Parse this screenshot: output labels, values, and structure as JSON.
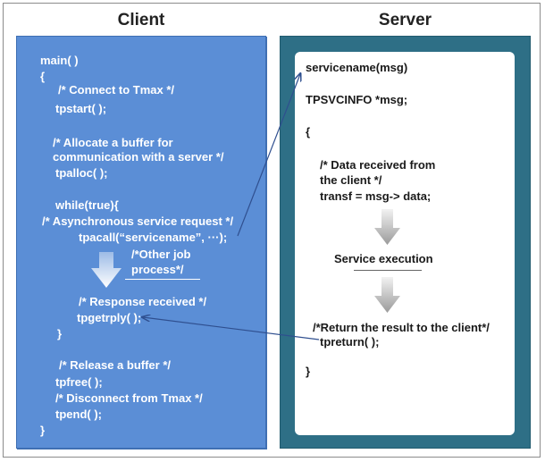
{
  "client": {
    "title": "Client",
    "lines": {
      "main": "main( )",
      "open_brace": "{",
      "c_connect": "/* Connect to Tmax */",
      "tpstart": "tpstart( );",
      "c_alloc1": "/* Allocate a buffer for",
      "c_alloc2": "communication with a server */",
      "tpalloc": "tpalloc( );",
      "while": "while(true){",
      "c_async": "/* Asynchronous service request */",
      "tpacall": "tpacall(“servicename”, ···);",
      "c_other1": "/*Other job",
      "c_other2": "process*/",
      "c_response": "/* Response received */",
      "tpgetrply": "tpgetrply( );",
      "close_inner": "}",
      "c_release": "/* Release a buffer */",
      "tpfree": "tpfree( );",
      "c_disconnect": "/* Disconnect from Tmax */",
      "tpend": "tpend( );",
      "close_brace": "}"
    }
  },
  "server": {
    "title": "Server",
    "lines": {
      "servicename": "servicename(msg)",
      "svcinfo": "TPSVCINFO *msg;",
      "open_brace": "{",
      "c_data1": "/* Data received from",
      "c_data2": "the client */",
      "transf": "transf = msg-> data;",
      "execution": "Service execution",
      "c_return": "/*Return the result to the client*/",
      "tpreturn": "tpreturn( );",
      "close_brace": "}"
    }
  },
  "colors": {
    "client_panel": "#5b8ed6",
    "server_panel": "#2e6f86",
    "connector": "#2f4f8f"
  }
}
